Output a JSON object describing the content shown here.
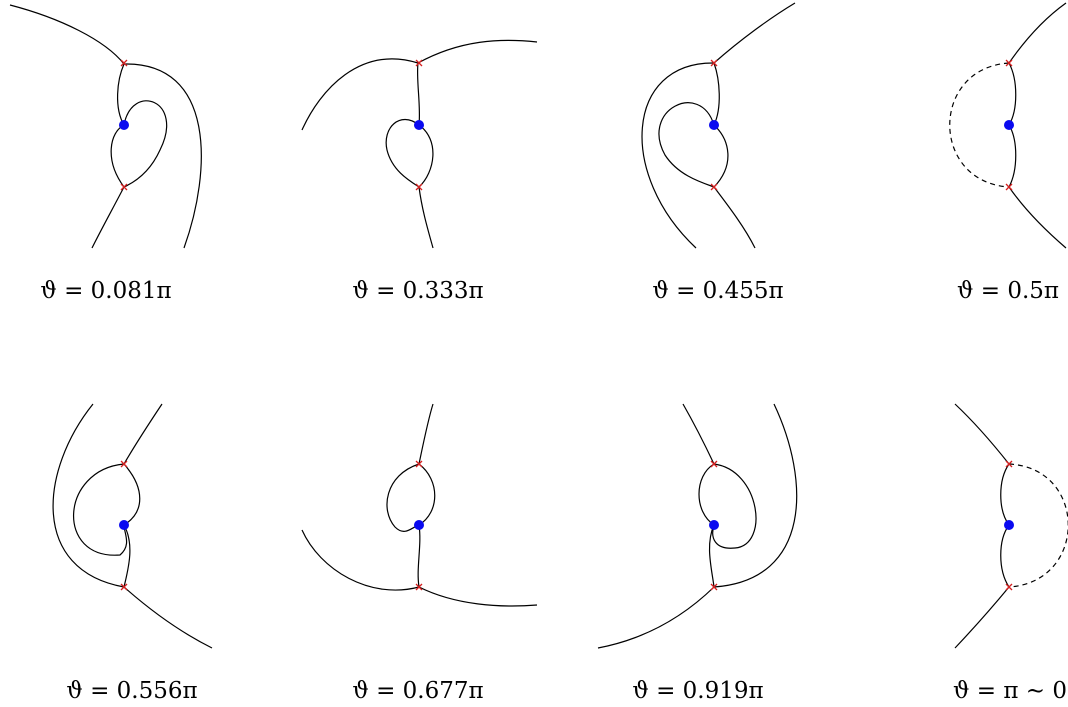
{
  "colors": {
    "curve": "#000000",
    "branch_point": "#d62020",
    "puncture": "#0a0af0"
  },
  "panels": [
    {
      "id": "p1",
      "caption": "ϑ = 0.081π"
    },
    {
      "id": "p2",
      "caption": "ϑ = 0.333π"
    },
    {
      "id": "p3",
      "caption": "ϑ = 0.455π"
    },
    {
      "id": "p4",
      "caption": "ϑ = 0.5π"
    },
    {
      "id": "p5",
      "caption": "ϑ = 0.556π"
    },
    {
      "id": "p6",
      "caption": "ϑ = 0.677π"
    },
    {
      "id": "p7",
      "caption": "ϑ = 0.919π"
    },
    {
      "id": "p8",
      "caption": "ϑ = π ∼ 0"
    }
  ]
}
